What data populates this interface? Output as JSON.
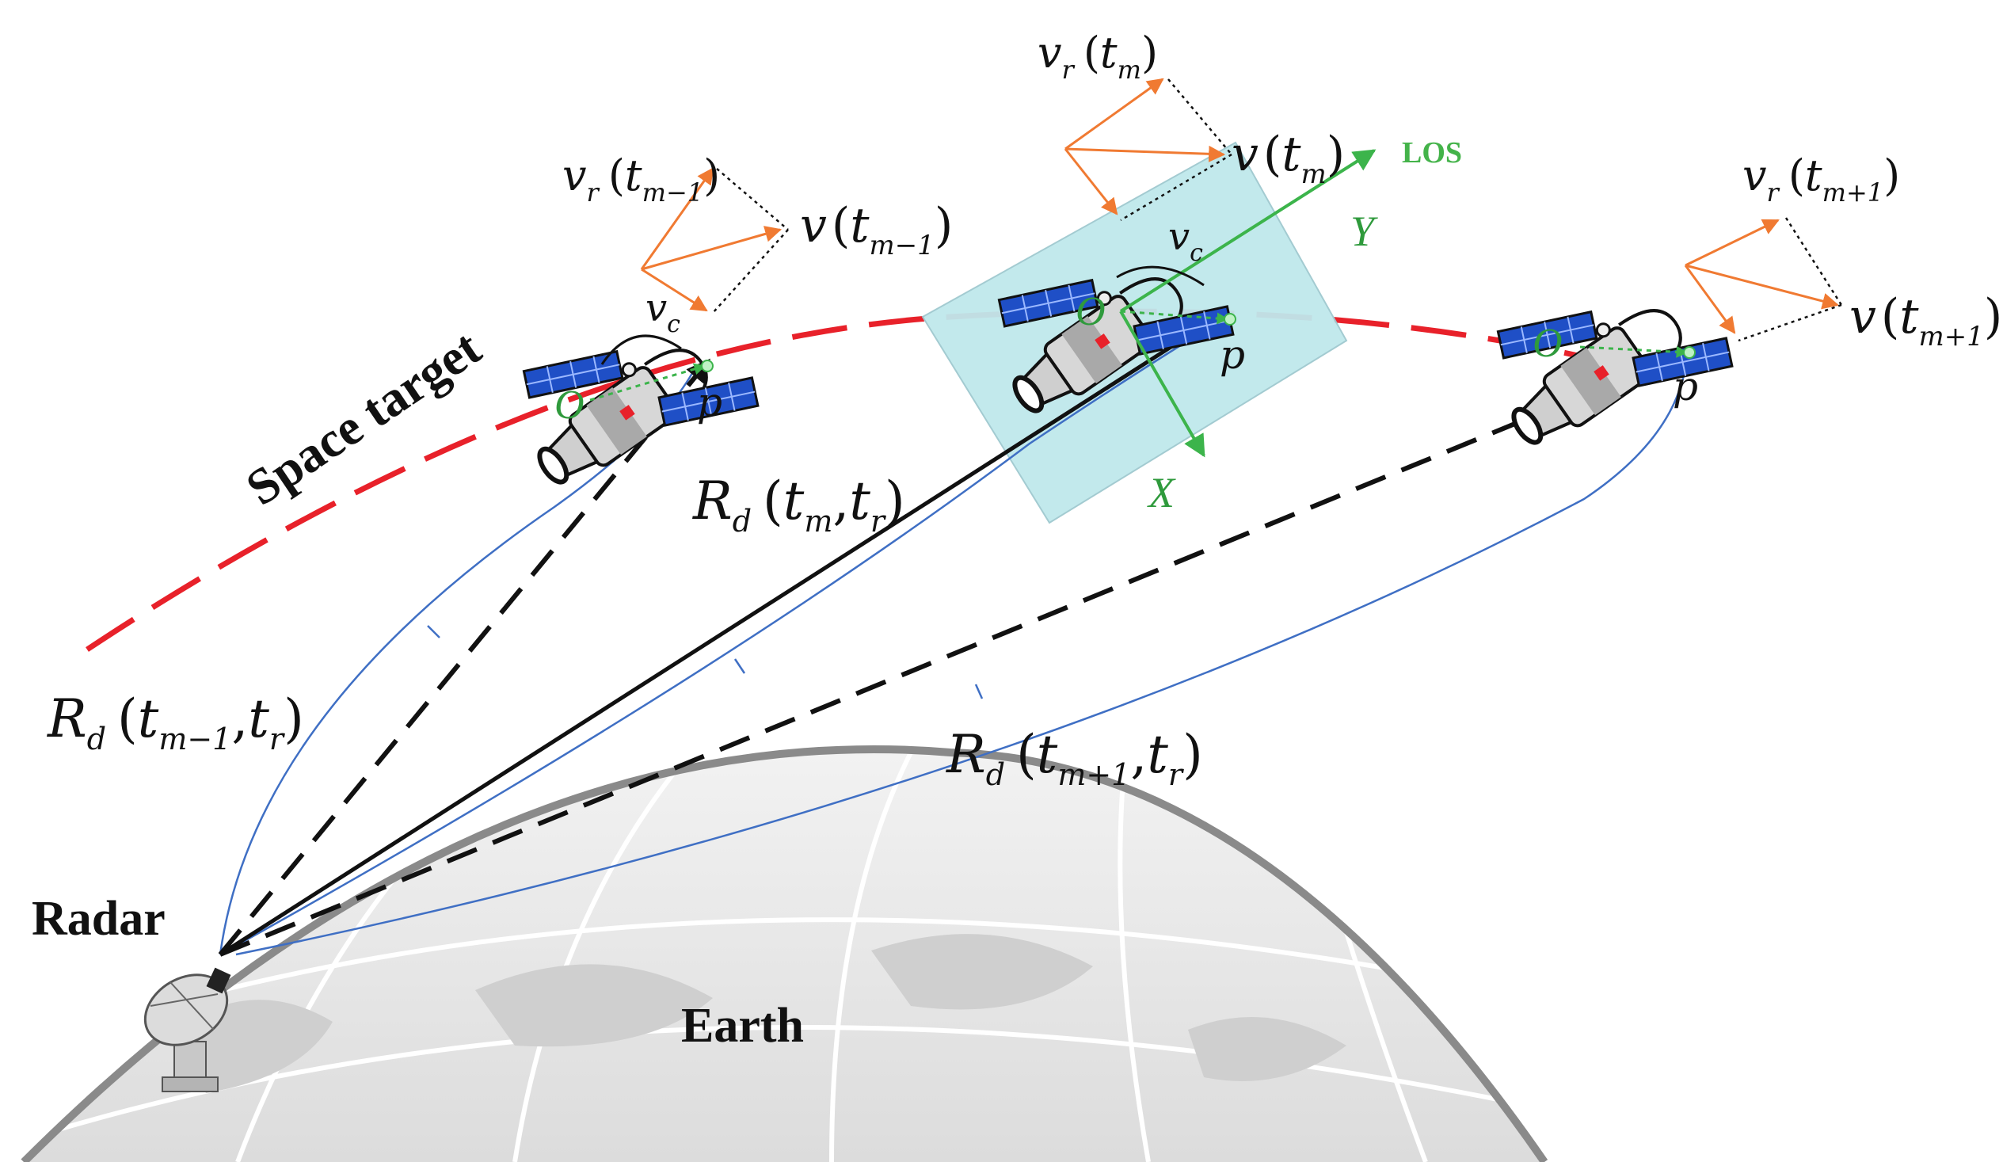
{
  "labels": {
    "space_target": "Space target",
    "radar": "Radar",
    "earth": "Earth",
    "los": "LOS",
    "axis_x": "X",
    "axis_y": "Y",
    "origin": "O",
    "point": "p"
  },
  "math": {
    "v": "v",
    "vr": "v",
    "vr_sub": "r",
    "vc": "v",
    "vc_sub": "c",
    "R": "R",
    "R_sub": "d",
    "t": "t",
    "t_sub_r": "r",
    "sub_m_minus": "m−1",
    "sub_m": "m",
    "sub_m_plus": "m+1",
    "open_paren": "(",
    "close_paren": ")",
    "comma": ","
  },
  "colors": {
    "orbit": "#e8212a",
    "velocity": "#f07a32",
    "axes": "#3cb44b",
    "range_line": "#3f6fc4",
    "imaging_plane": "#bfe8ec",
    "panel": "#1f4fc6",
    "earth_outline": "#8a8a8a",
    "earth_fill": "#e6e6e6"
  },
  "icons": {
    "satellite": "satellite-icon",
    "radar": "radar-dish-icon",
    "earth": "earth-globe-icon"
  }
}
